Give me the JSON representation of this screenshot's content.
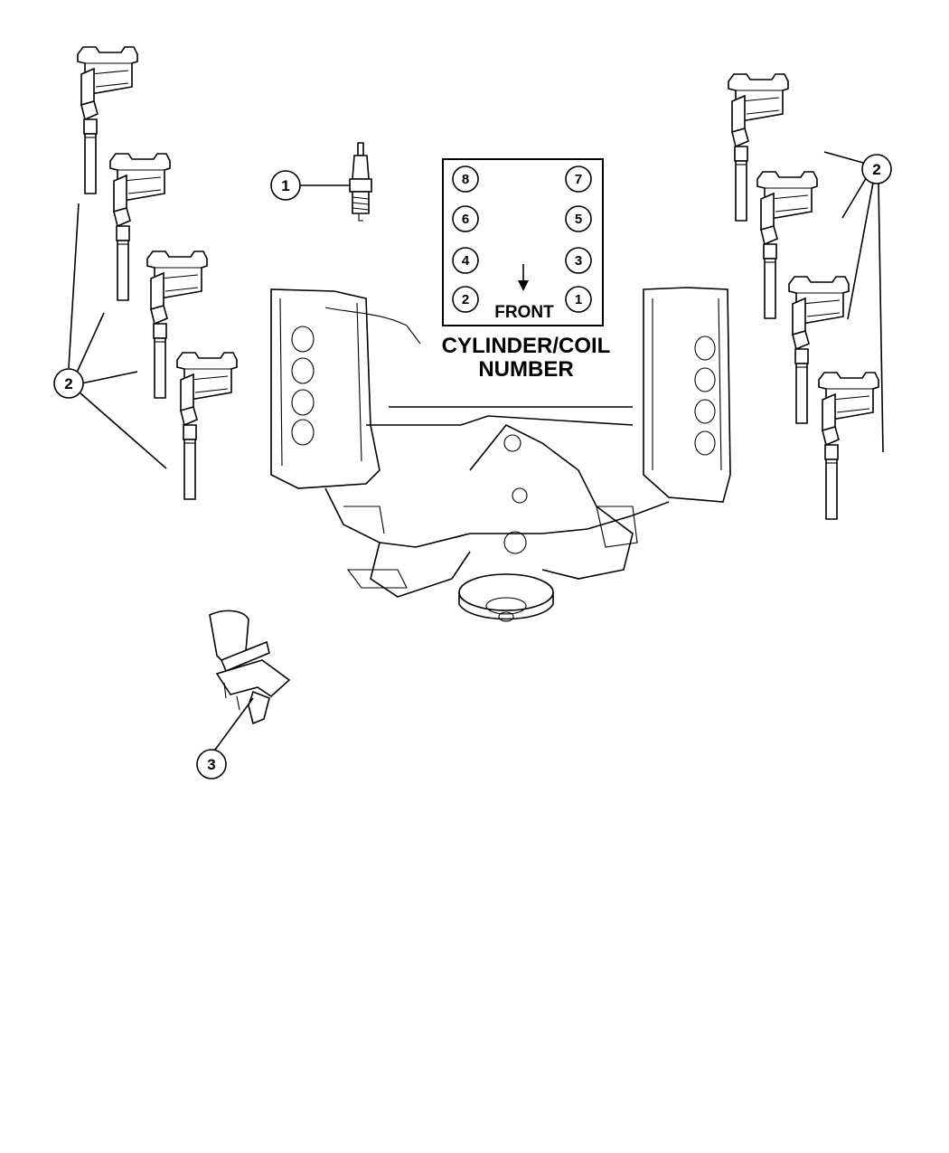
{
  "callouts": {
    "spark_plug": "1",
    "ignition_coil_left": "2",
    "ignition_coil_right": "2",
    "coil_bracket": "3"
  },
  "cylinder_chart": {
    "cylinders": {
      "c1": "1",
      "c2": "2",
      "c3": "3",
      "c4": "4",
      "c5": "5",
      "c6": "6",
      "c7": "7",
      "c8": "8"
    },
    "front_label": "FRONT",
    "caption_line1": "CYLINDER/COIL",
    "caption_line2": "NUMBER"
  },
  "colors": {
    "ink": "#000000",
    "paper": "#ffffff"
  }
}
